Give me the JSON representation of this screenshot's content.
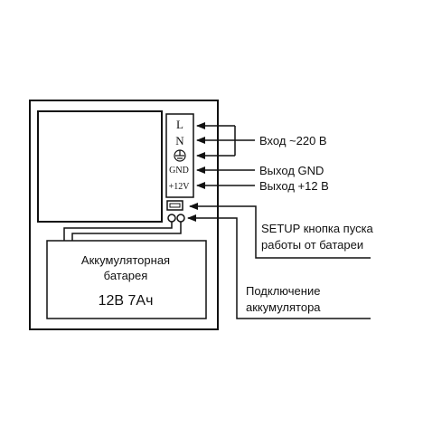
{
  "terminal_block": {
    "L": "L",
    "N": "N",
    "ground_symbol": "ground-icon",
    "GND": "GND",
    "plus12": "+12V"
  },
  "labels": {
    "input_220": "Вход ~220 В",
    "output_gnd": "Выход GND",
    "output_12": "Выход +12 В",
    "setup_line1": "SETUP кнопка пуска",
    "setup_line2": "работы от батареи",
    "battery_conn_line1": "Подключение",
    "battery_conn_line2": "аккумулятора"
  },
  "battery": {
    "line1": "Аккумуляторная",
    "line2": "батарея",
    "capacity": "12В 7Ач"
  },
  "colors": {
    "line": "#111111",
    "background": "#ffffff"
  }
}
